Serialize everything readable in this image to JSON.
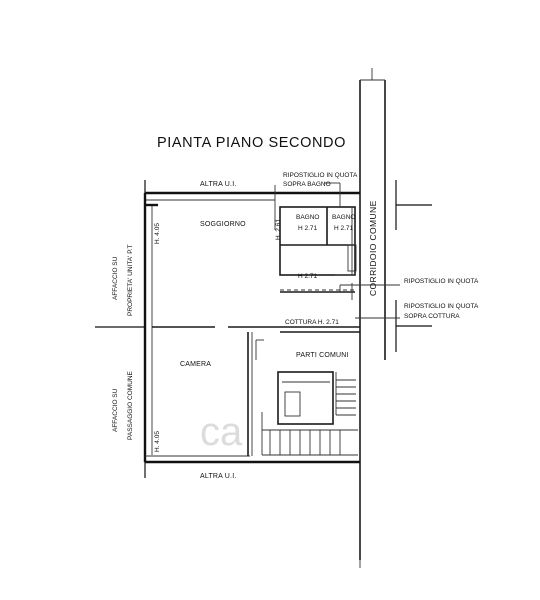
{
  "plan": {
    "title": "PIANTA PIANO  SECONDO",
    "labels": {
      "altra_top": "ALTRA U.I.",
      "altra_bottom": "ALTRA U.I.",
      "soggiorno": "SOGGIORNO",
      "bagno_1": "BAGNO",
      "bagno_1_h": "H 2.71",
      "bagno_2": "BAGNO",
      "bagno_2_h": "H 2.71",
      "h_corridor": "H 2.71",
      "h_wall_61": "H. 2.61",
      "h_left_top": "H. 4.05",
      "h_left_bottom": "H. 4.05",
      "camera": "CAMERA",
      "cottura": "COTTURA H. 2.71",
      "parti_comuni": "PARTI COMUNI",
      "ripost_bagno_1": "RIPOSTIGLIO IN QUOTA",
      "ripost_bagno_2": "SOPRA BAGNO",
      "ripost_quota": "RIPOSTIGLIO IN QUOTA",
      "ripost_cottura_1": "RIPOSTIGLIO IN QUOTA",
      "ripost_cottura_2": "SOPRA COTTURA",
      "corridoio": "CORRIDOIO COMUNE",
      "affaccio_1a": "AFFACCIO SU",
      "affaccio_1b": "PROPRIETA' UNITA' P.T",
      "affaccio_2a": "AFFACCIO SU",
      "affaccio_2b": "PASSAGGIO COMUNE"
    },
    "watermark": "ca"
  }
}
